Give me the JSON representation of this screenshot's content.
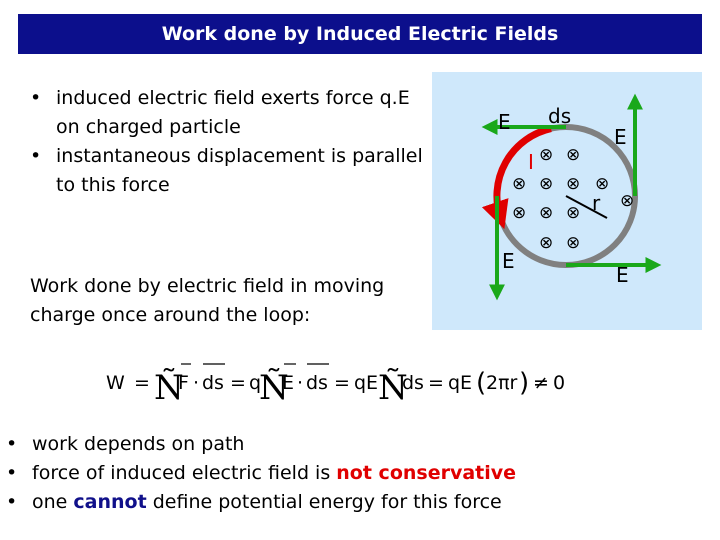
{
  "title": "Work done by Induced Electric Fields",
  "top_bullets": [
    "induced electric field exerts force q.E on charged particle",
    "instantaneous displacement is parallel to this force"
  ],
  "paragraph": "Work done by electric field in moving charge once around the loop:",
  "figure": {
    "label_E_top_left": "E",
    "label_ds": "ds",
    "label_E_right": "E",
    "label_I": "I",
    "label_r": "r",
    "label_E_bottom_left": "E",
    "label_E_bottom_right": "E",
    "field_symbol": "⊗",
    "colors": {
      "background": "#cfe8fb",
      "loop": "#808080",
      "arrow_ds": "#e00000",
      "arrow_E": "#1aa81a"
    }
  },
  "formula": {
    "W": "W",
    "eq": "=",
    "F": "F",
    "ds": "ds",
    "q": "q",
    "E": "E",
    "qE": "qE",
    "two_pi_r": "2πr",
    "ne": "≠",
    "zero": "0",
    "integral": "Ñ"
  },
  "bottom_bullets": [
    {
      "pre": "work depends on path",
      "em": "",
      "post": ""
    },
    {
      "pre": "force of induced electric field is ",
      "em": "not conservative",
      "post": ""
    },
    {
      "pre": "one ",
      "em": "cannot",
      "post": " define potential energy for this force"
    }
  ]
}
